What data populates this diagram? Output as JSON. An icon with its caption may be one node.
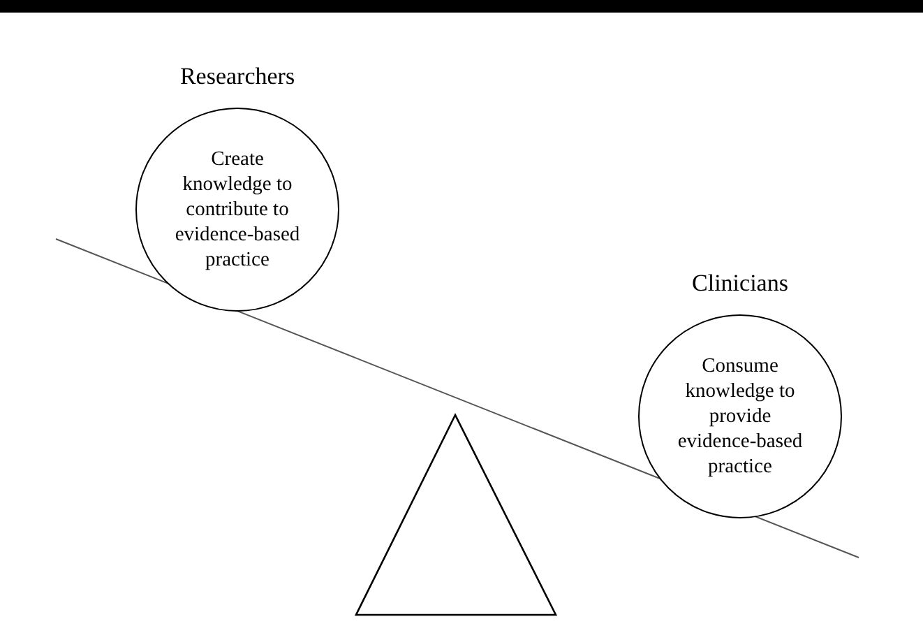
{
  "diagram": {
    "nodes": [
      {
        "text": [
          "Researchers",
          "Create knowledge to contribute to evidence-based practice"
        ]
      },
      {
        "text": [
          "Clinicians",
          "Consume knowledge to provide evidence-based practice"
        ]
      }
    ]
  }
}
